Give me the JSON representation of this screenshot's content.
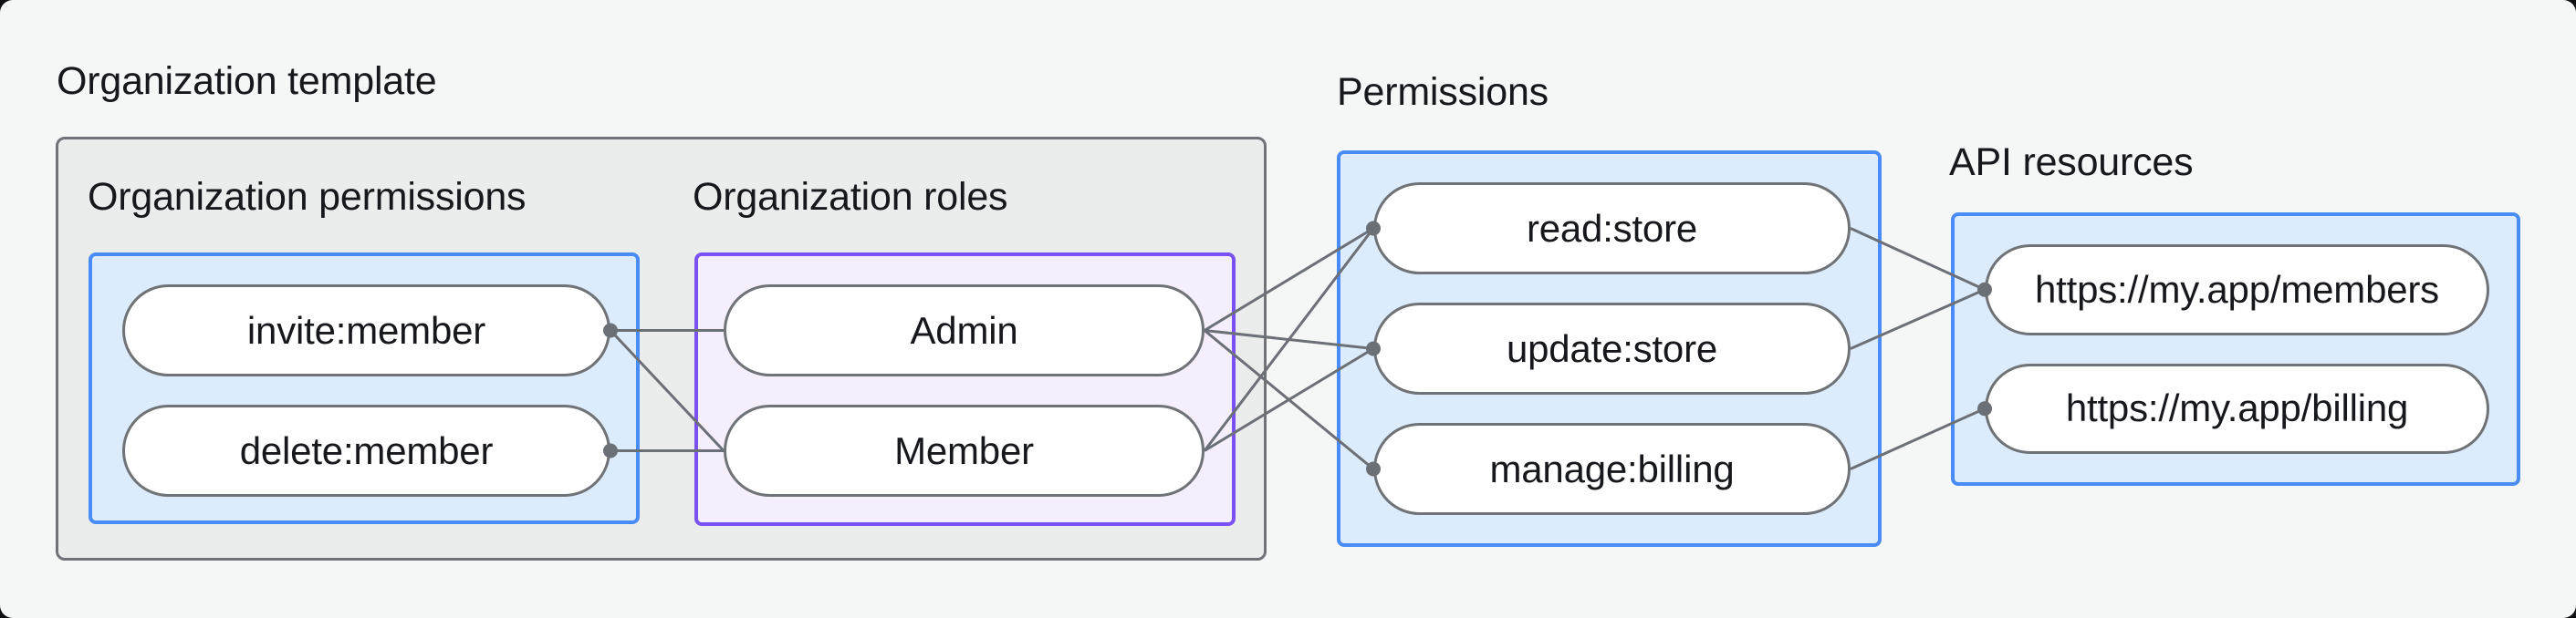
{
  "page": {
    "background": "#f5f6f6",
    "outside_corner_color": "#0e0f10"
  },
  "colors": {
    "gray_group_fill": "#ebecec",
    "gray_group_border": "#6f7276",
    "blue_group_fill": "#ddecfd",
    "blue_group_border": "#4a8cf7",
    "purple_group_fill": "#f4eefd",
    "purple_group_border": "#7a52f4",
    "pill_fill": "#ffffff",
    "pill_border": "#6f7276",
    "connector": "#6b7076",
    "text": "#16181c"
  },
  "titles": {
    "org_template": "Organization template",
    "org_permissions": "Organization permissions",
    "org_roles": "Organization roles",
    "permissions": "Permissions",
    "api_resources": "API resources"
  },
  "nodes": {
    "invite": "invite:member",
    "delete": "delete:member",
    "admin": "Admin",
    "member": "Member",
    "read": "read:store",
    "update": "update:store",
    "manage": "manage:billing",
    "members_url": "https://my.app/members",
    "billing_url": "https://my.app/billing"
  },
  "diagram": {
    "edges": [
      {
        "from": "invite",
        "fromSide": "R",
        "to": "admin",
        "toSide": "L"
      },
      {
        "from": "invite",
        "fromSide": "R",
        "to": "member",
        "toSide": "L"
      },
      {
        "from": "delete",
        "fromSide": "R",
        "to": "member",
        "toSide": "L"
      },
      {
        "from": "admin",
        "fromSide": "R",
        "to": "read",
        "toSide": "L"
      },
      {
        "from": "admin",
        "fromSide": "R",
        "to": "update",
        "toSide": "L"
      },
      {
        "from": "admin",
        "fromSide": "R",
        "to": "manage",
        "toSide": "L"
      },
      {
        "from": "member",
        "fromSide": "R",
        "to": "read",
        "toSide": "L"
      },
      {
        "from": "member",
        "fromSide": "R",
        "to": "update",
        "toSide": "L"
      },
      {
        "from": "read",
        "fromSide": "R",
        "to": "members_url",
        "toSide": "L"
      },
      {
        "from": "update",
        "fromSide": "R",
        "to": "members_url",
        "toSide": "L"
      },
      {
        "from": "manage",
        "fromSide": "R",
        "to": "billing_url",
        "toSide": "L"
      }
    ],
    "dots": [
      {
        "node": "invite",
        "side": "R"
      },
      {
        "node": "delete",
        "side": "R"
      },
      {
        "node": "read",
        "side": "L"
      },
      {
        "node": "update",
        "side": "L"
      },
      {
        "node": "manage",
        "side": "L"
      },
      {
        "node": "members_url",
        "side": "L"
      },
      {
        "node": "billing_url",
        "side": "L"
      }
    ],
    "dot_radius": 8,
    "line_width": 3
  }
}
